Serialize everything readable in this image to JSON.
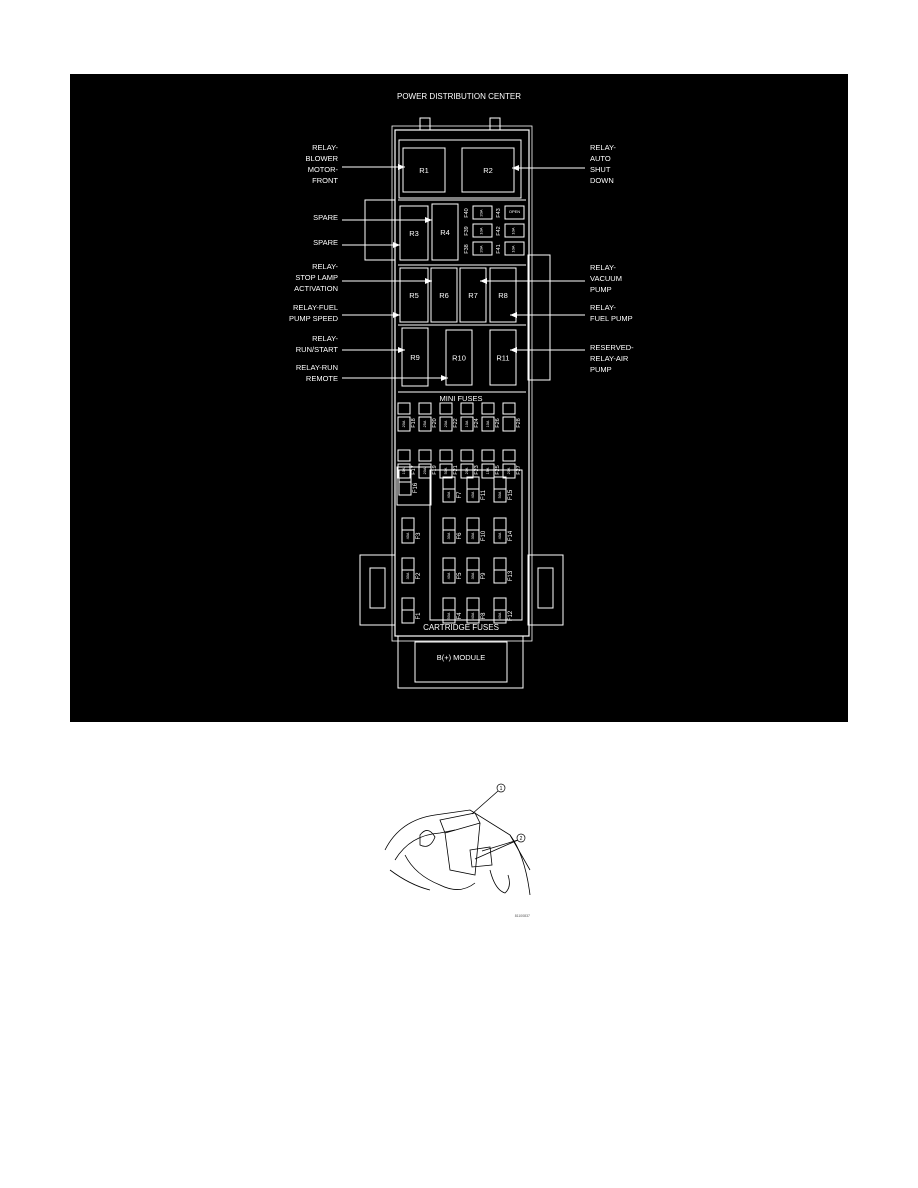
{
  "title": "POWER DISTRIBUTION CENTER",
  "relays": [
    {
      "id": "R1"
    },
    {
      "id": "R2"
    },
    {
      "id": "R3"
    },
    {
      "id": "R4"
    },
    {
      "id": "R5"
    },
    {
      "id": "R6"
    },
    {
      "id": "R7"
    },
    {
      "id": "R8"
    },
    {
      "id": "R9"
    },
    {
      "id": "R10"
    },
    {
      "id": "R11"
    }
  ],
  "left_callouts": [
    {
      "lines": [
        "RELAY-",
        "BLOWER",
        "MOTOR-",
        "FRONT"
      ]
    },
    {
      "lines": [
        "SPARE"
      ]
    },
    {
      "lines": [
        "SPARE"
      ]
    },
    {
      "lines": [
        "RELAY-",
        "STOP LAMP",
        "ACTIVATION"
      ]
    },
    {
      "lines": [
        "RELAY-FUEL",
        "PUMP SPEED"
      ]
    },
    {
      "lines": [
        "RELAY-",
        "RUN/START"
      ]
    },
    {
      "lines": [
        "RELAY-RUN",
        "REMOTE"
      ]
    }
  ],
  "right_callouts": [
    {
      "lines": [
        "RELAY-",
        "AUTO",
        "SHUT",
        "DOWN"
      ]
    },
    {
      "lines": [
        "RELAY-",
        "VACUUM",
        "PUMP"
      ]
    },
    {
      "lines": [
        "RELAY-",
        "FUEL PUMP"
      ]
    },
    {
      "lines": [
        "RESERVED-",
        "RELAY-AIR",
        "PUMP"
      ]
    }
  ],
  "relay_fuses": [
    {
      "id": "F40",
      "rating": "20A"
    },
    {
      "id": "F43",
      "rating": "OPEN"
    },
    {
      "id": "F39",
      "rating": "10A"
    },
    {
      "id": "F42",
      "rating": "10A"
    },
    {
      "id": "F38",
      "rating": "20A"
    },
    {
      "id": "F41",
      "rating": "10A"
    }
  ],
  "mini_fuses_label": "MINI FUSES",
  "mini_fuses_top": [
    {
      "id": "F18",
      "rating": "20A"
    },
    {
      "id": "F20",
      "rating": "25A"
    },
    {
      "id": "F22",
      "rating": "20A"
    },
    {
      "id": "F24",
      "rating": "10A"
    },
    {
      "id": "F26",
      "rating": "10A"
    },
    {
      "id": "F28",
      "rating": ""
    }
  ],
  "mini_fuses_bottom": [
    {
      "id": "F17",
      "rating": "10A"
    },
    {
      "id": "F19",
      "rating": "20A"
    },
    {
      "id": "F21",
      "rating": "50A"
    },
    {
      "id": "F23",
      "rating": "20A"
    },
    {
      "id": "F25",
      "rating": "15A"
    },
    {
      "id": "F27",
      "rating": "20A"
    }
  ],
  "cartridge_fuses_label": "CARTRIDGE FUSES",
  "cartridge_fuses": [
    {
      "id": "F16",
      "rating": ""
    },
    {
      "id": "F7",
      "rating": "40A"
    },
    {
      "id": "F11",
      "rating": "40A"
    },
    {
      "id": "F15",
      "rating": "50A"
    },
    {
      "id": "F3",
      "rating": "40A"
    },
    {
      "id": "F6",
      "rating": "30A"
    },
    {
      "id": "F10",
      "rating": "30A"
    },
    {
      "id": "F14",
      "rating": "40A"
    },
    {
      "id": "F2",
      "rating": "30A"
    },
    {
      "id": "F5",
      "rating": "40A"
    },
    {
      "id": "F9",
      "rating": "30A"
    },
    {
      "id": "F13",
      "rating": ""
    },
    {
      "id": "F1",
      "rating": ""
    },
    {
      "id": "F4",
      "rating": "50A"
    },
    {
      "id": "F8",
      "rating": "40A"
    },
    {
      "id": "F12",
      "rating": "40A"
    }
  ],
  "module_label": "B(+) MODULE",
  "locator": {
    "callouts": [
      "1",
      "2"
    ],
    "figure_code": "81100837"
  }
}
